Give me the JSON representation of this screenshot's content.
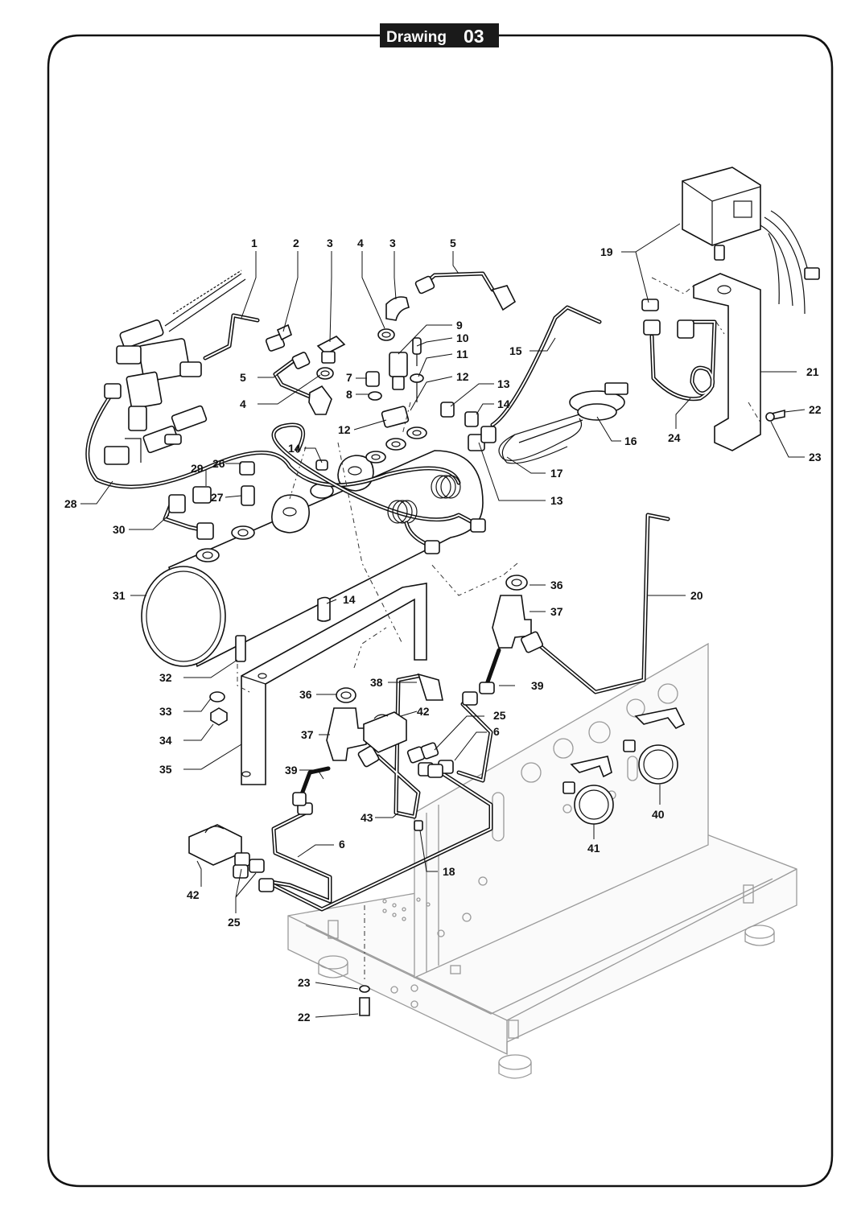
{
  "title": {
    "label": "Drawing",
    "number": "03"
  },
  "callouts": [
    {
      "id": "c1",
      "text": "1"
    },
    {
      "id": "c2",
      "text": "2"
    },
    {
      "id": "c3a",
      "text": "3"
    },
    {
      "id": "c4a",
      "text": "4"
    },
    {
      "id": "c3b",
      "text": "3"
    },
    {
      "id": "c5a",
      "text": "5"
    },
    {
      "id": "c9",
      "text": "9"
    },
    {
      "id": "c10",
      "text": "10"
    },
    {
      "id": "c11",
      "text": "11"
    },
    {
      "id": "c12a",
      "text": "12"
    },
    {
      "id": "c15",
      "text": "15"
    },
    {
      "id": "c5b",
      "text": "5"
    },
    {
      "id": "c4b",
      "text": "4"
    },
    {
      "id": "c7",
      "text": "7"
    },
    {
      "id": "c8",
      "text": "8"
    },
    {
      "id": "c12b",
      "text": "12"
    },
    {
      "id": "c13a",
      "text": "13"
    },
    {
      "id": "c14a",
      "text": "14"
    },
    {
      "id": "c16",
      "text": "16"
    },
    {
      "id": "c17",
      "text": "17"
    },
    {
      "id": "c13b",
      "text": "13"
    },
    {
      "id": "c14b",
      "text": "14"
    },
    {
      "id": "c26",
      "text": "26"
    },
    {
      "id": "c29",
      "text": "29"
    },
    {
      "id": "c27",
      "text": "27"
    },
    {
      "id": "c28",
      "text": "28"
    },
    {
      "id": "c30",
      "text": "30"
    },
    {
      "id": "c19",
      "text": "19"
    },
    {
      "id": "c21",
      "text": "21"
    },
    {
      "id": "c22a",
      "text": "22"
    },
    {
      "id": "c23a",
      "text": "23"
    },
    {
      "id": "c24",
      "text": "24"
    },
    {
      "id": "c31",
      "text": "31"
    },
    {
      "id": "c14c",
      "text": "14"
    },
    {
      "id": "c36a",
      "text": "36"
    },
    {
      "id": "c37a",
      "text": "37"
    },
    {
      "id": "c20",
      "text": "20"
    },
    {
      "id": "c32",
      "text": "32"
    },
    {
      "id": "c33",
      "text": "33"
    },
    {
      "id": "c34",
      "text": "34"
    },
    {
      "id": "c35",
      "text": "35"
    },
    {
      "id": "c36b",
      "text": "36"
    },
    {
      "id": "c38",
      "text": "38"
    },
    {
      "id": "c39a",
      "text": "39"
    },
    {
      "id": "c42a",
      "text": "42"
    },
    {
      "id": "c25a",
      "text": "25"
    },
    {
      "id": "c6a",
      "text": "6"
    },
    {
      "id": "c37b",
      "text": "37"
    },
    {
      "id": "c39b",
      "text": "39"
    },
    {
      "id": "c43",
      "text": "43"
    },
    {
      "id": "c40",
      "text": "40"
    },
    {
      "id": "c41",
      "text": "41"
    },
    {
      "id": "c6b",
      "text": "6"
    },
    {
      "id": "c18",
      "text": "18"
    },
    {
      "id": "c42b",
      "text": "42"
    },
    {
      "id": "c25b",
      "text": "25"
    },
    {
      "id": "c23b",
      "text": "23"
    },
    {
      "id": "c22b",
      "text": "22"
    }
  ]
}
